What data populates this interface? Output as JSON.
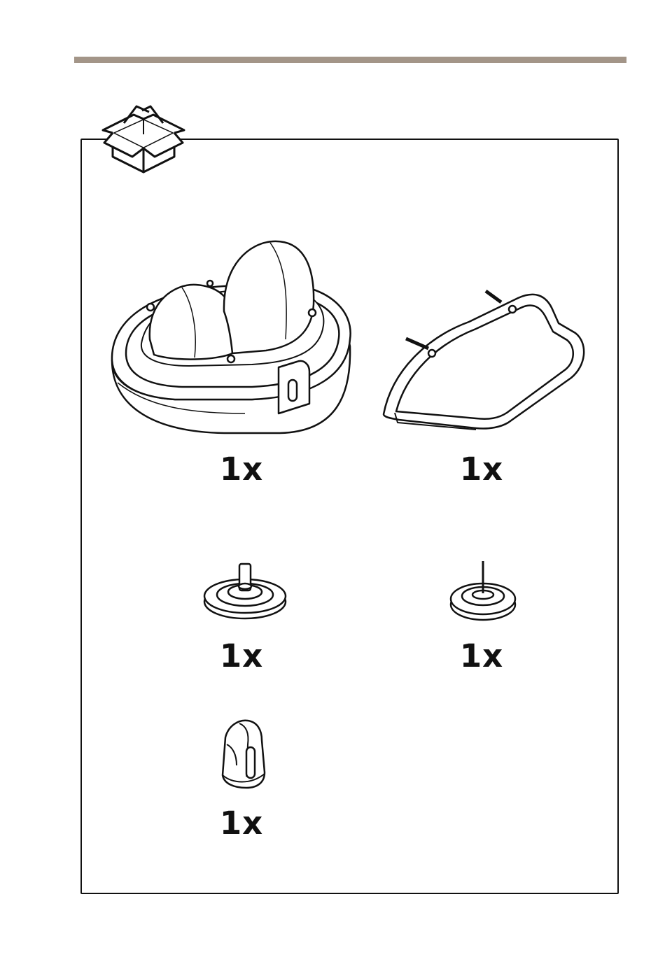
{
  "page": {
    "accent_rule_color": "#a39588",
    "icon": "package-box-icon"
  },
  "items": [
    {
      "icon": "camera-dome-housing-icon",
      "quantity": "1x"
    },
    {
      "icon": "weather-shield-icon",
      "quantity": "1x"
    },
    {
      "icon": "camera-lens-module-icon",
      "quantity": "1x"
    },
    {
      "icon": "microphone-module-icon",
      "quantity": "1x"
    },
    {
      "icon": "cable-grommet-icon",
      "quantity": "1x"
    }
  ]
}
